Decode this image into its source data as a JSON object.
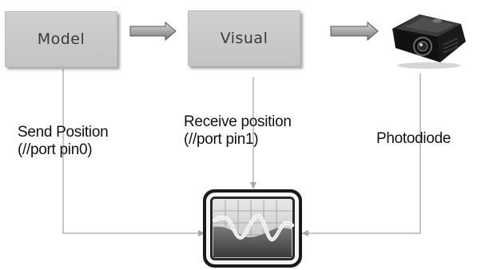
{
  "nodes": {
    "model": "Model",
    "visual": "Visual"
  },
  "labels": {
    "send_line1": "Send Position",
    "send_line2": "(//port pin0)",
    "receive_line1": "Receive position",
    "receive_line2": "(//port pin1)",
    "photodiode": "Photodiode"
  },
  "icons": {
    "projector": "projector-icon",
    "monitor": "oscilloscope-monitor-icon"
  },
  "colors": {
    "box_fill": "#c8c8c8",
    "arrow": "#8a8a8a",
    "line": "#a8a8a8"
  }
}
